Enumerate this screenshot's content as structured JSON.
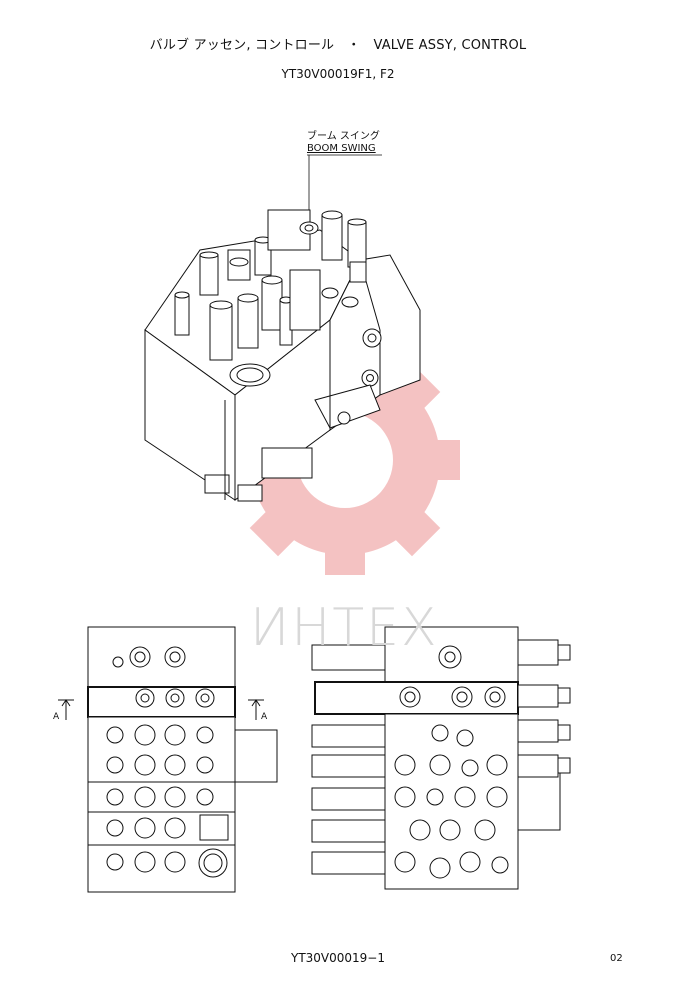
{
  "header": {
    "title_jp": "バルブ アッセン, コントロール",
    "separator": "・",
    "title_en": "VALVE ASSY, CONTROL",
    "model": "YT30V00019F1, F2"
  },
  "callout": {
    "label_jp": "ブーム スイング",
    "label_en": "BOOM SWING"
  },
  "section_marks": {
    "left": "A",
    "right": "A"
  },
  "watermark": {
    "text": "ИНТЕХ",
    "color": "#f3b8b8"
  },
  "footer": {
    "code": "YT30V00019−1",
    "page": "02"
  }
}
